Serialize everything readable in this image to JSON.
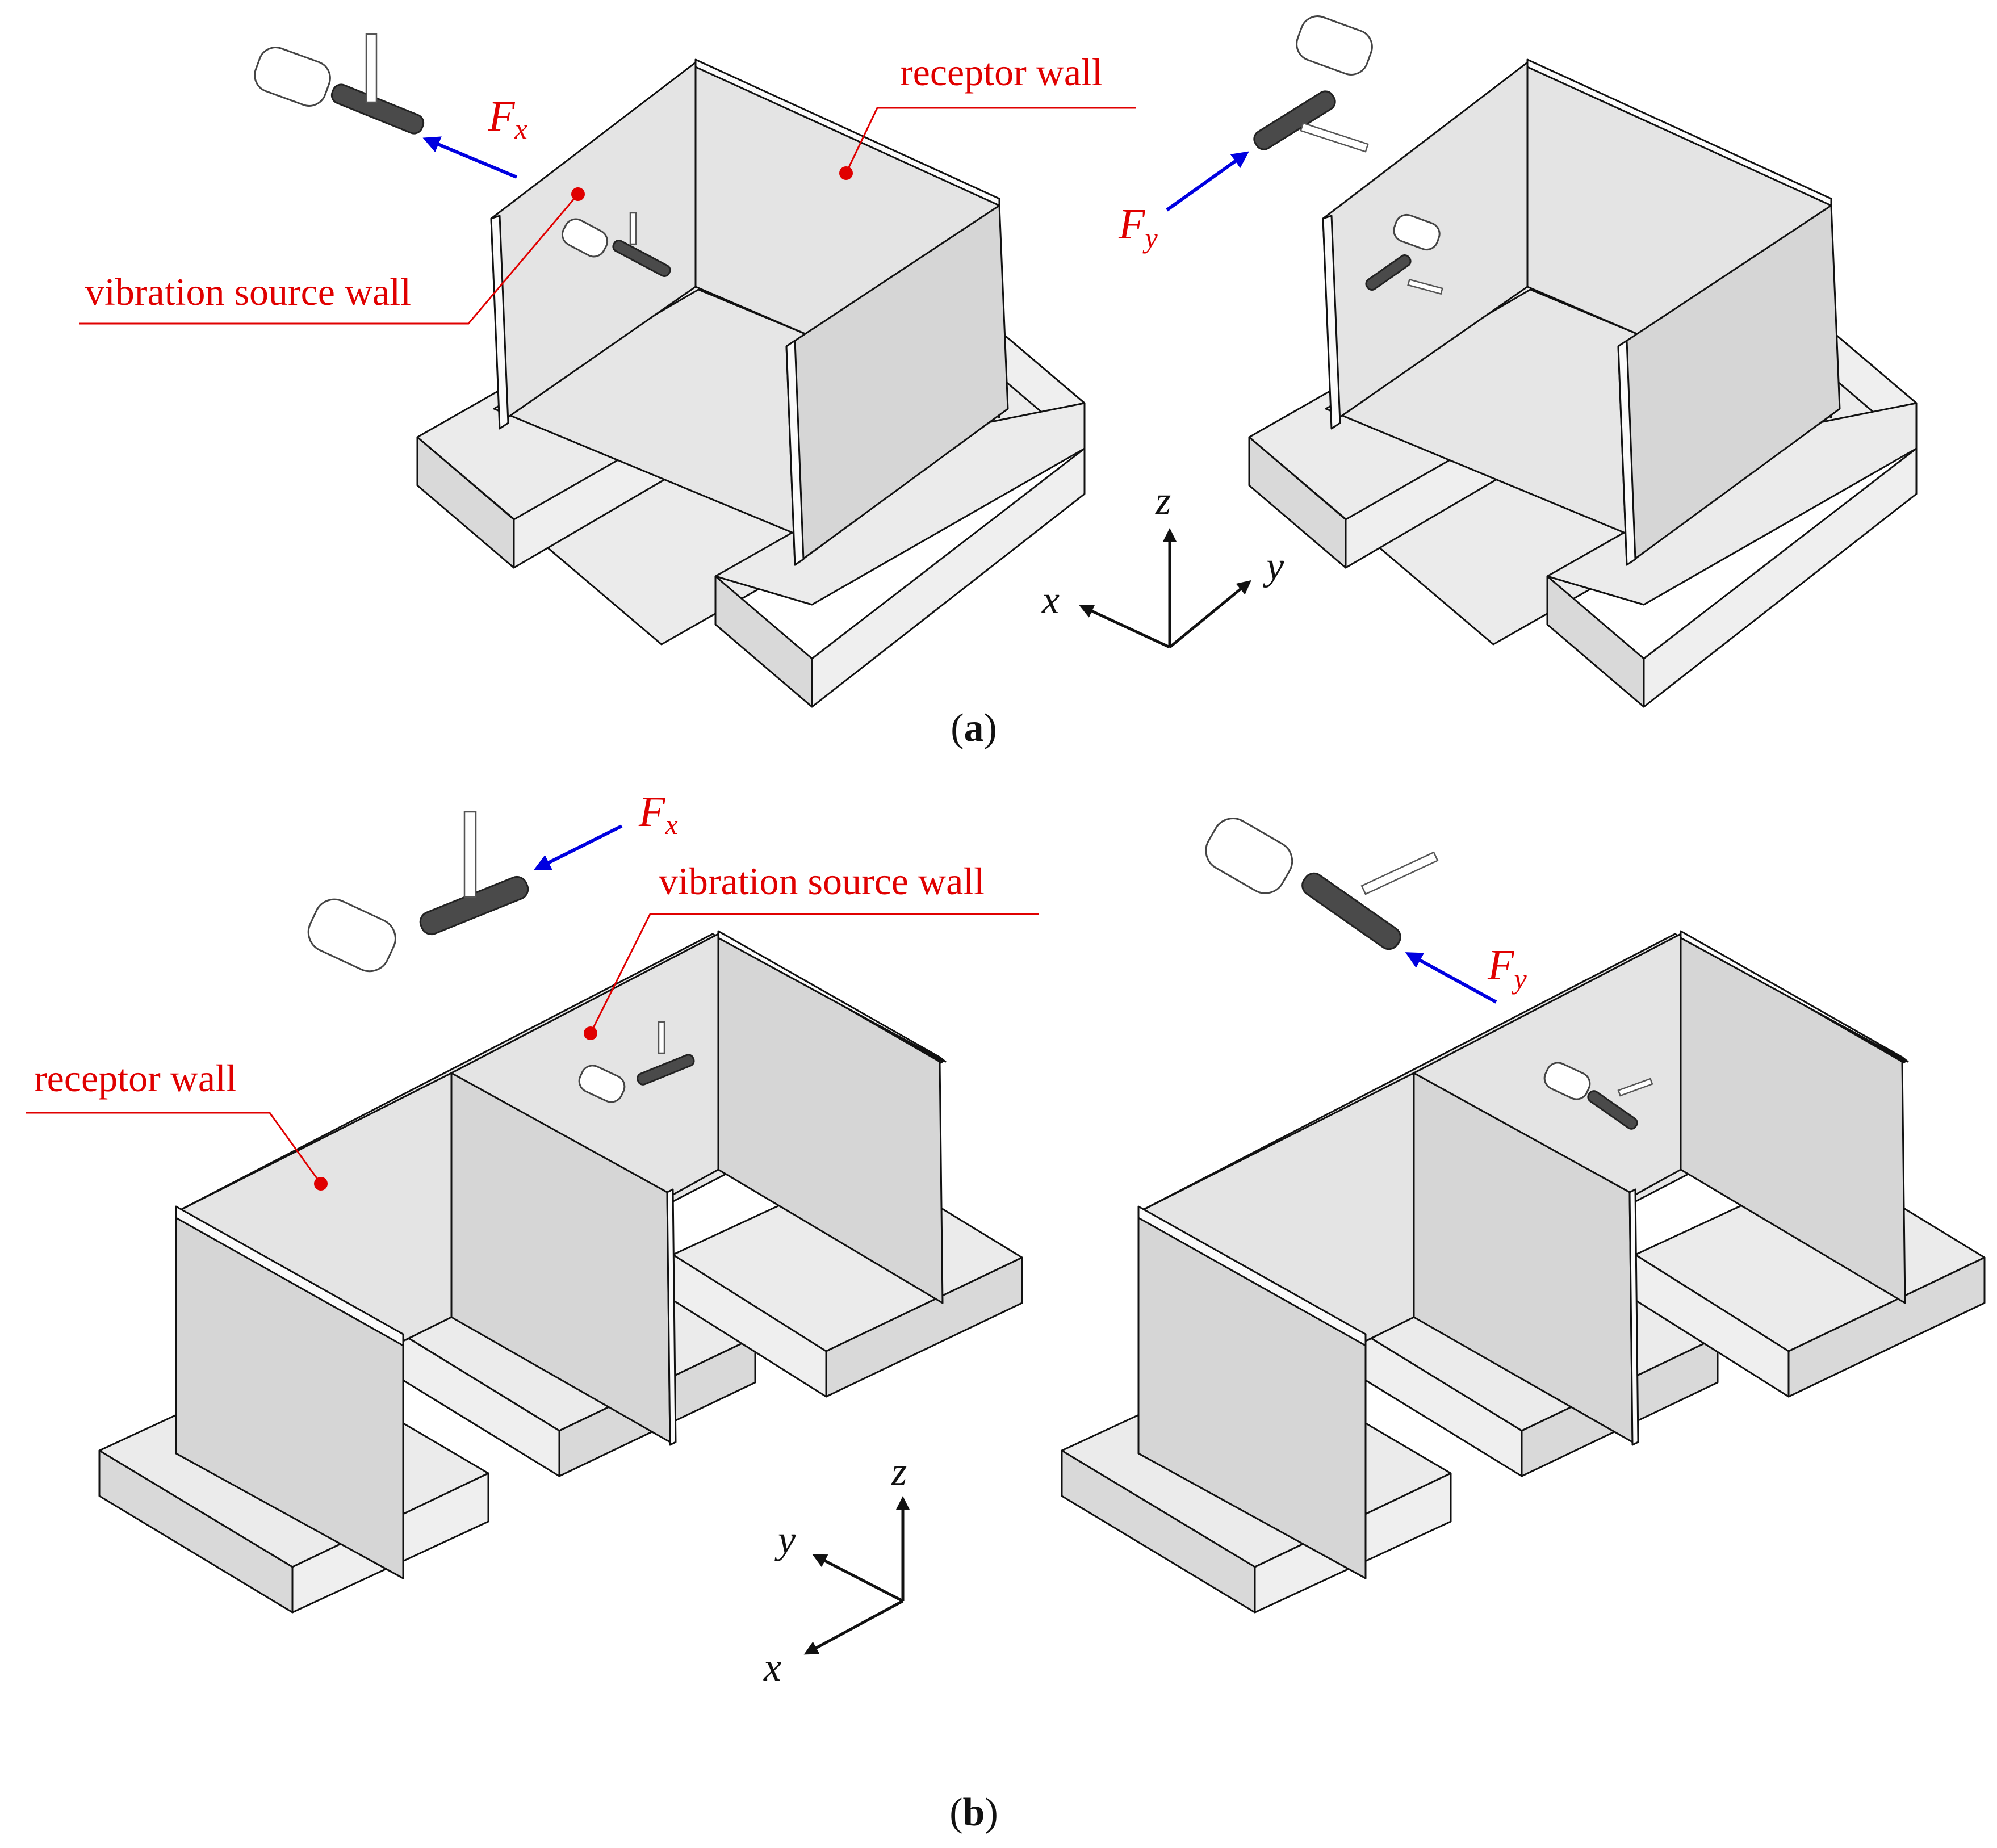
{
  "panels": [
    {
      "caption_letter": "a",
      "labels": [
        "receptor wall",
        "vibration source wall"
      ],
      "forces": [
        {
          "symbol": "F",
          "subscript": "x"
        },
        {
          "symbol": "F",
          "subscript": "y"
        }
      ],
      "axes": {
        "x": "x",
        "y": "y",
        "z": "z"
      }
    },
    {
      "caption_letter": "b",
      "labels": [
        "vibration source wall",
        "receptor wall"
      ],
      "forces": [
        {
          "symbol": "F",
          "subscript": "x"
        },
        {
          "symbol": "F",
          "subscript": "y"
        }
      ],
      "axes": {
        "x": "x",
        "y": "y",
        "z": "z"
      }
    }
  ],
  "colors": {
    "annotation": "#e00000",
    "force_arrow": "#0000e0",
    "structure_fill": "#d9d9d9",
    "rod": "#4a4a4a"
  }
}
